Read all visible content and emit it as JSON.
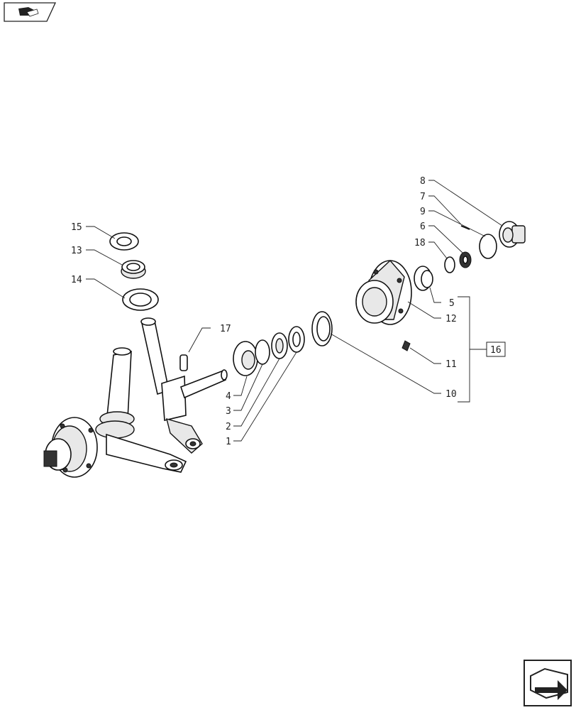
{
  "icons": {
    "top_left": "book-pointer-icon",
    "bottom_right": "next-page-arrow-icon"
  },
  "callouts": {
    "c1": "1",
    "c2": "2",
    "c3": "3",
    "c4": "4",
    "c5": "5",
    "c6": "6",
    "c7": "7",
    "c8": "8",
    "c9": "9",
    "c10": "10",
    "c11": "11",
    "c12": "12",
    "c13": "13",
    "c14": "14",
    "c15": "15",
    "c16": "16",
    "c17": "17",
    "c18": "18"
  }
}
